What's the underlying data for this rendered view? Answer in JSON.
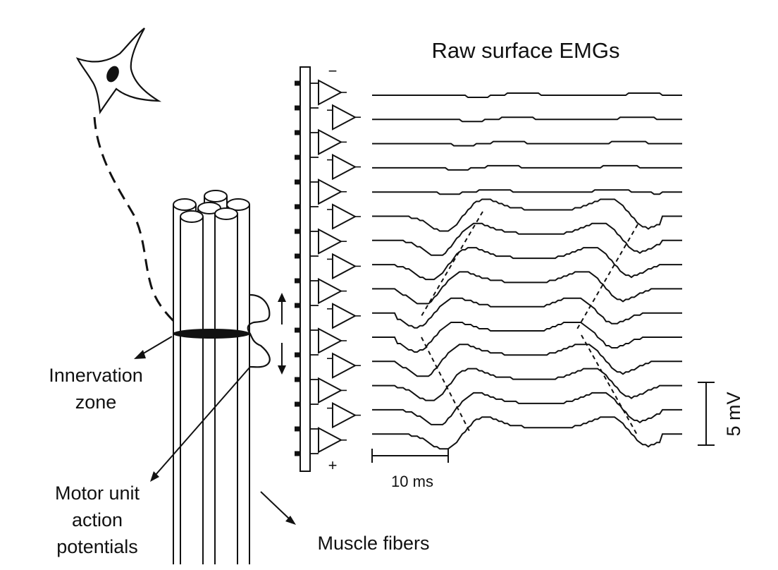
{
  "figure": {
    "title": "Raw surface EMGs",
    "labels": {
      "innervation_zone_line1": "Innervation",
      "innervation_zone_line2": "zone",
      "muap_line1": "Motor unit",
      "muap_line2": "action",
      "muap_line3": "potentials",
      "muscle_fibers": "Muscle fibers"
    },
    "electrode_polarity": {
      "top": "−",
      "bottom": "+"
    },
    "scale_bars": {
      "time": "10 ms",
      "amplitude": "5 mV"
    },
    "channel_count": 15,
    "colors": {
      "ink": "#111111",
      "background": "#ffffff"
    }
  }
}
